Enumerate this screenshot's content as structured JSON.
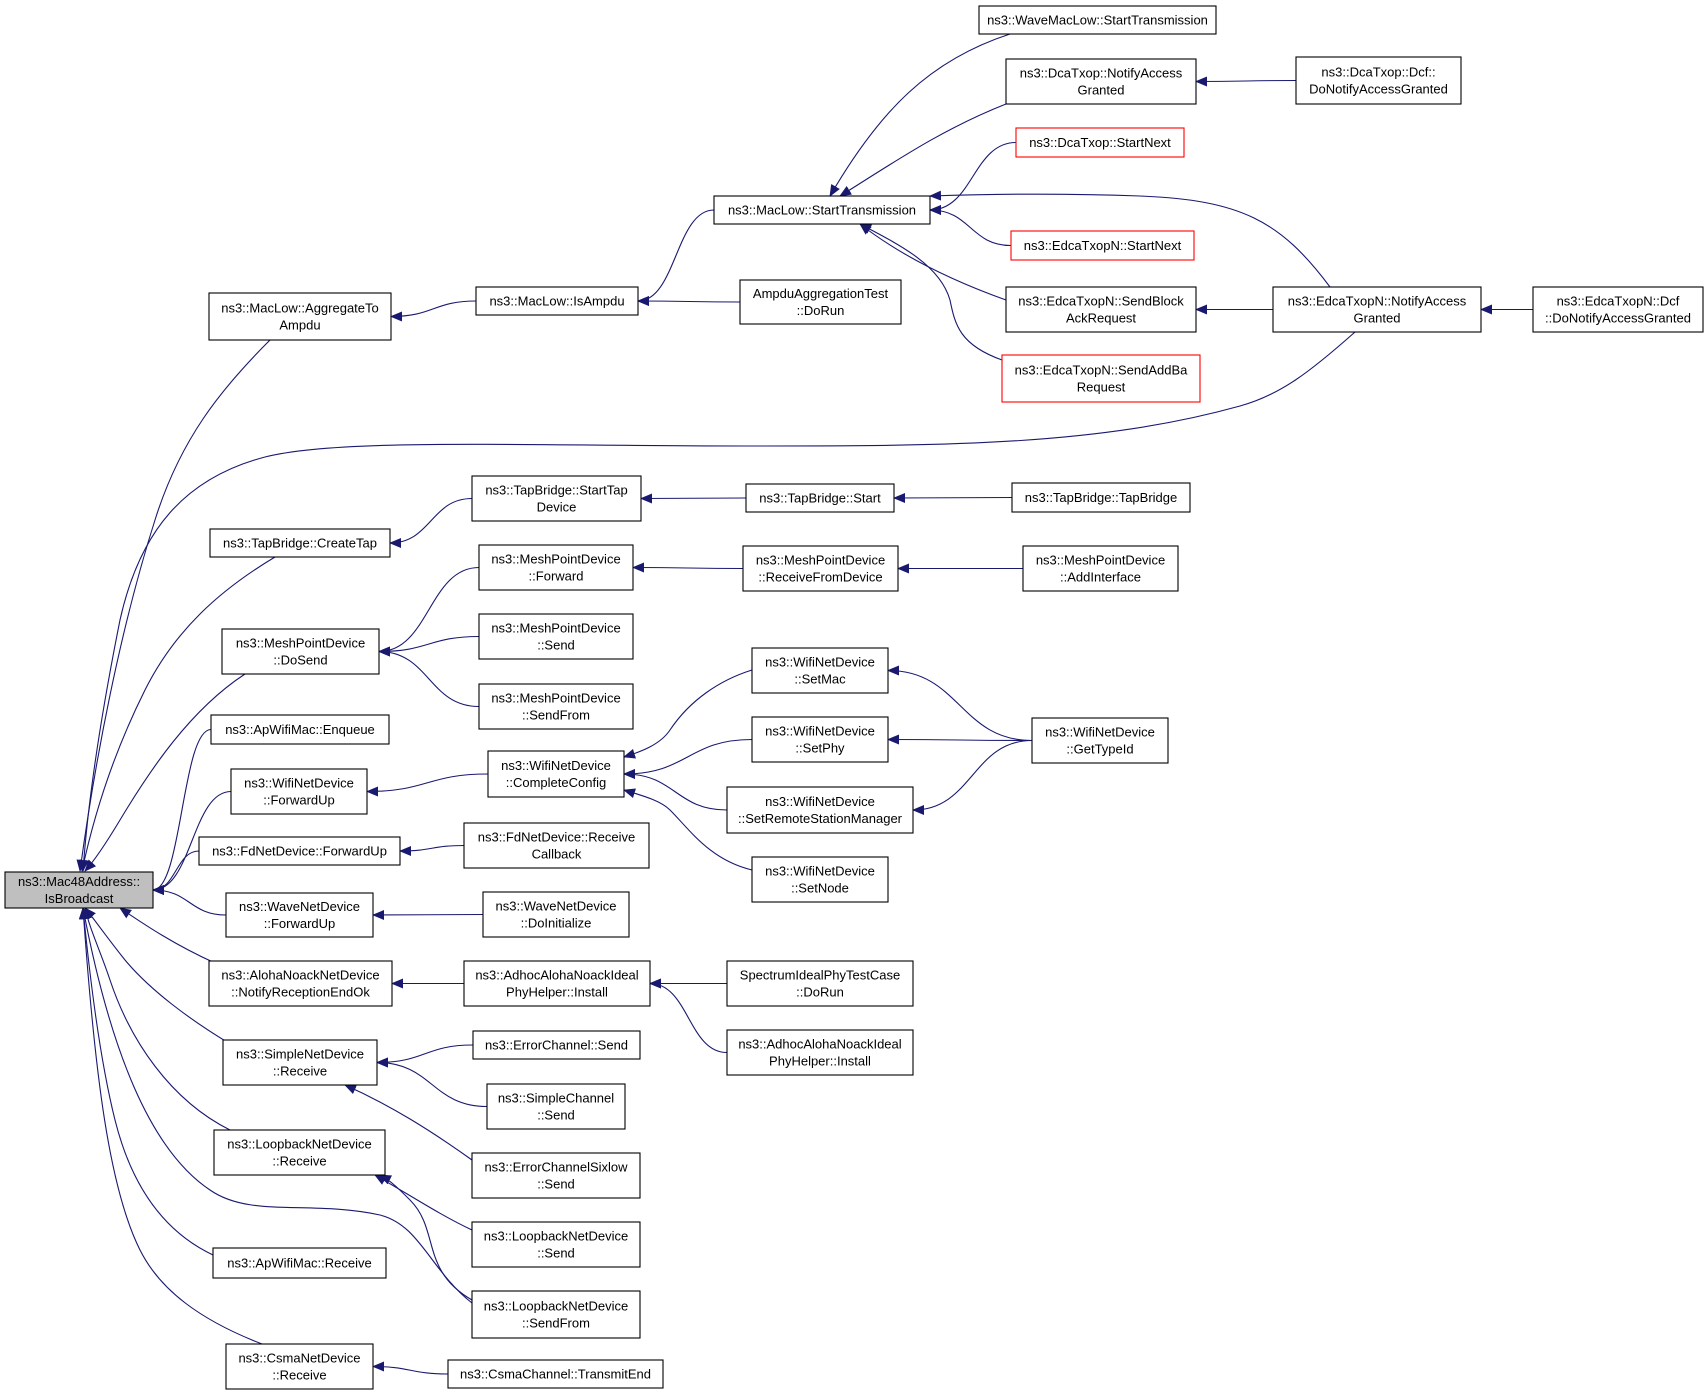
{
  "colors": {
    "edge": "#191970",
    "node_border": "#000000",
    "node_border_truncated": "#ff0000",
    "root_fill": "#bfbfbf",
    "node_fill": "#ffffff"
  },
  "root": "mac48_isbroadcast",
  "nodes": [
    {
      "id": "mac48_isbroadcast",
      "lines": [
        "ns3::Mac48Address::",
        "IsBroadcast"
      ],
      "root": true
    },
    {
      "id": "maclow_aggregatetoampdu",
      "lines": [
        "ns3::MacLow::AggregateTo",
        "Ampdu"
      ]
    },
    {
      "id": "maclow_isampdu",
      "lines": [
        "ns3::MacLow::IsAmpdu"
      ]
    },
    {
      "id": "maclow_starttransmission",
      "lines": [
        "ns3::MacLow::StartTransmission"
      ]
    },
    {
      "id": "ampdu_test_dorun",
      "lines": [
        "AmpduAggregationTest",
        "::DoRun"
      ]
    },
    {
      "id": "wavemaclow_starttransmission",
      "lines": [
        "ns3::WaveMacLow::StartTransmission"
      ]
    },
    {
      "id": "dcatxop_notifyaccessgranted",
      "lines": [
        "ns3::DcaTxop::NotifyAccess",
        "Granted"
      ]
    },
    {
      "id": "dcatxop_dcf_donotify",
      "lines": [
        "ns3::DcaTxop::Dcf::",
        "DoNotifyAccessGranted"
      ]
    },
    {
      "id": "dcatxop_startnext",
      "lines": [
        "ns3::DcaTxop::StartNext"
      ],
      "truncated": true
    },
    {
      "id": "edcatxopn_startnext",
      "lines": [
        "ns3::EdcaTxopN::StartNext"
      ],
      "truncated": true
    },
    {
      "id": "edcatxopn_sendblockack",
      "lines": [
        "ns3::EdcaTxopN::SendBlock",
        "AckRequest"
      ]
    },
    {
      "id": "edcatxopn_notifyaccessgranted",
      "lines": [
        "ns3::EdcaTxopN::NotifyAccess",
        "Granted"
      ]
    },
    {
      "id": "edcatxopn_dcf_donotify",
      "lines": [
        "ns3::EdcaTxopN::Dcf",
        "::DoNotifyAccessGranted"
      ]
    },
    {
      "id": "edcatxopn_sendaddba",
      "lines": [
        "ns3::EdcaTxopN::SendAddBa",
        "Request"
      ],
      "truncated": true
    },
    {
      "id": "tapbridge_createtap",
      "lines": [
        "ns3::TapBridge::CreateTap"
      ]
    },
    {
      "id": "tapbridge_starttapdevice",
      "lines": [
        "ns3::TapBridge::StartTap",
        "Device"
      ]
    },
    {
      "id": "tapbridge_start",
      "lines": [
        "ns3::TapBridge::Start"
      ]
    },
    {
      "id": "tapbridge_tapbridge",
      "lines": [
        "ns3::TapBridge::TapBridge"
      ]
    },
    {
      "id": "mesh_dosend",
      "lines": [
        "ns3::MeshPointDevice",
        "::DoSend"
      ]
    },
    {
      "id": "mesh_forward",
      "lines": [
        "ns3::MeshPointDevice",
        "::Forward"
      ]
    },
    {
      "id": "mesh_receivefromdevice",
      "lines": [
        "ns3::MeshPointDevice",
        "::ReceiveFromDevice"
      ]
    },
    {
      "id": "mesh_addinterface",
      "lines": [
        "ns3::MeshPointDevice",
        "::AddInterface"
      ]
    },
    {
      "id": "mesh_send",
      "lines": [
        "ns3::MeshPointDevice",
        "::Send"
      ]
    },
    {
      "id": "mesh_sendfrom",
      "lines": [
        "ns3::MeshPointDevice",
        "::SendFrom"
      ]
    },
    {
      "id": "apwifimac_enqueue",
      "lines": [
        "ns3::ApWifiMac::Enqueue"
      ]
    },
    {
      "id": "wifinet_forwardup",
      "lines": [
        "ns3::WifiNetDevice",
        "::ForwardUp"
      ]
    },
    {
      "id": "wifinet_completeconfig",
      "lines": [
        "ns3::WifiNetDevice",
        "::CompleteConfig"
      ]
    },
    {
      "id": "wifinet_setmac",
      "lines": [
        "ns3::WifiNetDevice",
        "::SetMac"
      ]
    },
    {
      "id": "wifinet_setphy",
      "lines": [
        "ns3::WifiNetDevice",
        "::SetPhy"
      ]
    },
    {
      "id": "wifinet_setremote",
      "lines": [
        "ns3::WifiNetDevice",
        "::SetRemoteStationManager"
      ]
    },
    {
      "id": "wifinet_setnode",
      "lines": [
        "ns3::WifiNetDevice",
        "::SetNode"
      ]
    },
    {
      "id": "wifinet_gettypeid",
      "lines": [
        "ns3::WifiNetDevice",
        "::GetTypeId"
      ]
    },
    {
      "id": "fdnet_forwardup",
      "lines": [
        "ns3::FdNetDevice::ForwardUp"
      ]
    },
    {
      "id": "fdnet_receivecallback",
      "lines": [
        "ns3::FdNetDevice::Receive",
        "Callback"
      ]
    },
    {
      "id": "wavenet_forwardup",
      "lines": [
        "ns3::WaveNetDevice",
        "::ForwardUp"
      ]
    },
    {
      "id": "wavenet_doinitialize",
      "lines": [
        "ns3::WaveNetDevice",
        "::DoInitialize"
      ]
    },
    {
      "id": "aloha_notifyreception",
      "lines": [
        "ns3::AlohaNoackNetDevice",
        "::NotifyReceptionEndOk"
      ]
    },
    {
      "id": "adhoc_install_1",
      "lines": [
        "ns3::AdhocAlohaNoackIdeal",
        "PhyHelper::Install"
      ]
    },
    {
      "id": "spectrum_dorun",
      "lines": [
        "SpectrumIdealPhyTestCase",
        "::DoRun"
      ]
    },
    {
      "id": "adhoc_install_2",
      "lines": [
        "ns3::AdhocAlohaNoackIdeal",
        "PhyHelper::Install"
      ]
    },
    {
      "id": "simplenet_receive",
      "lines": [
        "ns3::SimpleNetDevice",
        "::Receive"
      ]
    },
    {
      "id": "errorchannel_send",
      "lines": [
        "ns3::ErrorChannel::Send"
      ]
    },
    {
      "id": "simplechannel_send",
      "lines": [
        "ns3::SimpleChannel",
        "::Send"
      ]
    },
    {
      "id": "errorchannelsixlow_send",
      "lines": [
        "ns3::ErrorChannelSixlow",
        "::Send"
      ]
    },
    {
      "id": "loopback_receive",
      "lines": [
        "ns3::LoopbackNetDevice",
        "::Receive"
      ]
    },
    {
      "id": "loopback_send",
      "lines": [
        "ns3::LoopbackNetDevice",
        "::Send"
      ]
    },
    {
      "id": "loopback_sendfrom",
      "lines": [
        "ns3::LoopbackNetDevice",
        "::SendFrom"
      ]
    },
    {
      "id": "apwifimac_receive",
      "lines": [
        "ns3::ApWifiMac::Receive"
      ]
    },
    {
      "id": "csmanet_receive",
      "lines": [
        "ns3::CsmaNetDevice",
        "::Receive"
      ]
    },
    {
      "id": "csmachannel_transmitend",
      "lines": [
        "ns3::CsmaChannel::TransmitEnd"
      ]
    }
  ],
  "edges": [
    [
      "maclow_aggregatetoampdu",
      "mac48_isbroadcast"
    ],
    [
      "edcatxopn_notifyaccessgranted",
      "mac48_isbroadcast"
    ],
    [
      "tapbridge_createtap",
      "mac48_isbroadcast"
    ],
    [
      "mesh_dosend",
      "mac48_isbroadcast"
    ],
    [
      "apwifimac_enqueue",
      "mac48_isbroadcast"
    ],
    [
      "wifinet_forwardup",
      "mac48_isbroadcast"
    ],
    [
      "fdnet_forwardup",
      "mac48_isbroadcast"
    ],
    [
      "wavenet_forwardup",
      "mac48_isbroadcast"
    ],
    [
      "aloha_notifyreception",
      "mac48_isbroadcast"
    ],
    [
      "simplenet_receive",
      "mac48_isbroadcast"
    ],
    [
      "loopback_receive",
      "mac48_isbroadcast"
    ],
    [
      "apwifimac_receive",
      "mac48_isbroadcast"
    ],
    [
      "csmanet_receive",
      "mac48_isbroadcast"
    ],
    [
      "loopback_sendfrom",
      "mac48_isbroadcast"
    ],
    [
      "maclow_isampdu",
      "maclow_aggregatetoampdu"
    ],
    [
      "maclow_starttransmission",
      "maclow_isampdu"
    ],
    [
      "ampdu_test_dorun",
      "maclow_isampdu"
    ],
    [
      "wavemaclow_starttransmission",
      "maclow_starttransmission"
    ],
    [
      "dcatxop_notifyaccessgranted",
      "maclow_starttransmission"
    ],
    [
      "dcatxop_startnext",
      "maclow_starttransmission"
    ],
    [
      "edcatxopn_startnext",
      "maclow_starttransmission"
    ],
    [
      "edcatxopn_sendblockack",
      "maclow_starttransmission"
    ],
    [
      "edcatxopn_sendaddba",
      "maclow_starttransmission"
    ],
    [
      "edcatxopn_notifyaccessgranted",
      "maclow_starttransmission"
    ],
    [
      "dcatxop_dcf_donotify",
      "dcatxop_notifyaccessgranted"
    ],
    [
      "edcatxopn_notifyaccessgranted",
      "edcatxopn_sendblockack"
    ],
    [
      "edcatxopn_dcf_donotify",
      "edcatxopn_notifyaccessgranted"
    ],
    [
      "tapbridge_starttapdevice",
      "tapbridge_createtap"
    ],
    [
      "tapbridge_start",
      "tapbridge_starttapdevice"
    ],
    [
      "tapbridge_tapbridge",
      "tapbridge_start"
    ],
    [
      "mesh_forward",
      "mesh_dosend"
    ],
    [
      "mesh_send",
      "mesh_dosend"
    ],
    [
      "mesh_sendfrom",
      "mesh_dosend"
    ],
    [
      "mesh_receivefromdevice",
      "mesh_forward"
    ],
    [
      "mesh_addinterface",
      "mesh_receivefromdevice"
    ],
    [
      "wifinet_completeconfig",
      "wifinet_forwardup"
    ],
    [
      "wifinet_setmac",
      "wifinet_completeconfig"
    ],
    [
      "wifinet_setphy",
      "wifinet_completeconfig"
    ],
    [
      "wifinet_setremote",
      "wifinet_completeconfig"
    ],
    [
      "wifinet_setnode",
      "wifinet_completeconfig"
    ],
    [
      "wifinet_gettypeid",
      "wifinet_setmac"
    ],
    [
      "wifinet_gettypeid",
      "wifinet_setphy"
    ],
    [
      "wifinet_gettypeid",
      "wifinet_setremote"
    ],
    [
      "fdnet_receivecallback",
      "fdnet_forwardup"
    ],
    [
      "wavenet_doinitialize",
      "wavenet_forwardup"
    ],
    [
      "adhoc_install_1",
      "aloha_notifyreception"
    ],
    [
      "spectrum_dorun",
      "adhoc_install_1"
    ],
    [
      "adhoc_install_2",
      "adhoc_install_1"
    ],
    [
      "errorchannel_send",
      "simplenet_receive"
    ],
    [
      "simplechannel_send",
      "simplenet_receive"
    ],
    [
      "errorchannelsixlow_send",
      "simplenet_receive"
    ],
    [
      "loopback_send",
      "loopback_receive"
    ],
    [
      "loopback_sendfrom",
      "loopback_receive"
    ],
    [
      "csmachannel_transmitend",
      "csmanet_receive"
    ]
  ]
}
